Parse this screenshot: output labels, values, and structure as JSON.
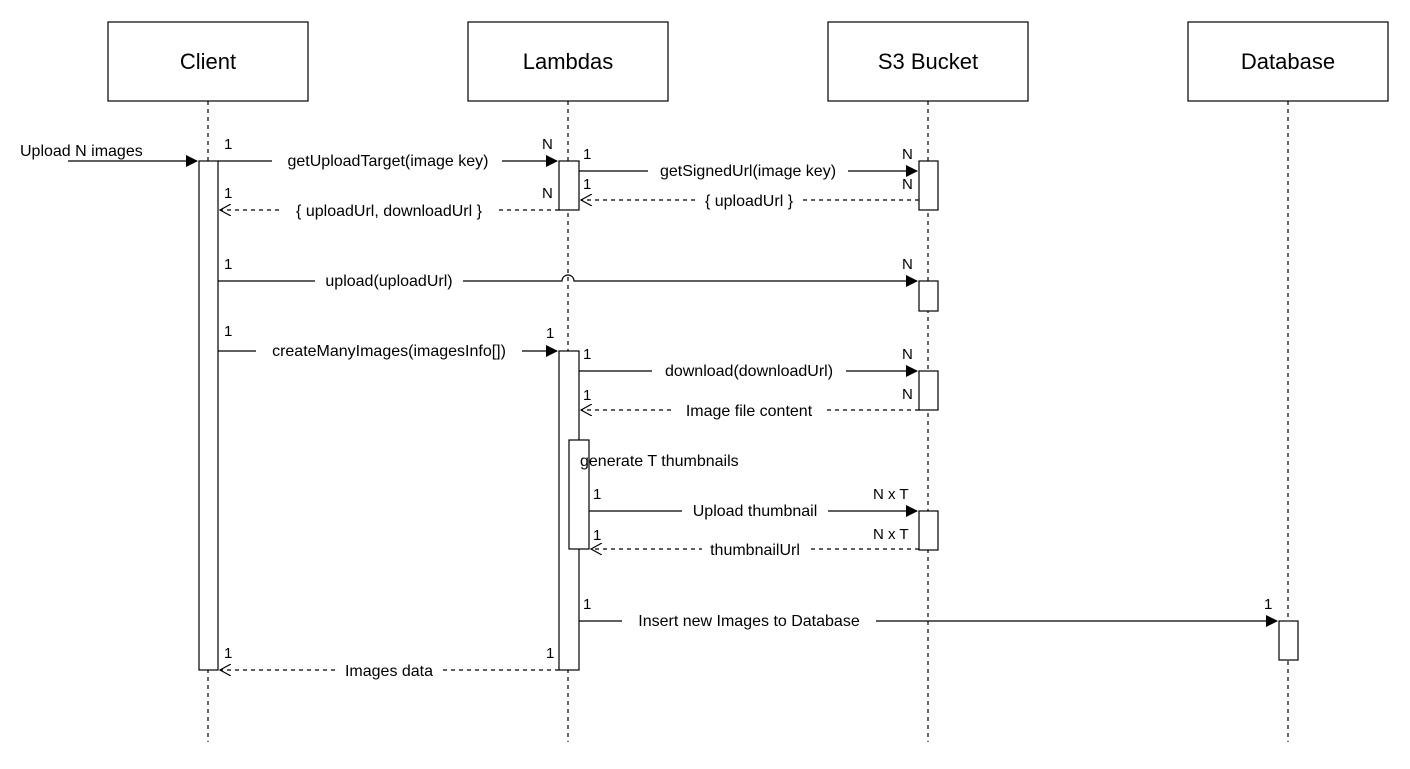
{
  "participants": {
    "client": "Client",
    "lambdas": "Lambdas",
    "s3": "S3 Bucket",
    "database": "Database"
  },
  "messages": {
    "upload_n_images": "Upload N images",
    "get_upload_target": "getUploadTarget(image key)",
    "get_signed_url": "getSignedUrl(image key)",
    "upload_url_reply": "{ uploadUrl }",
    "upload_download_reply": "{ uploadUrl, downloadUrl }",
    "upload": "upload(uploadUrl)",
    "create_many_images": "createManyImages(imagesInfo[])",
    "download": "download(downloadUrl)",
    "image_file_content": "Image file content",
    "generate_thumbnails": "generate T thumbnails",
    "upload_thumbnail": "Upload thumbnail",
    "thumbnail_url": "thumbnailUrl",
    "insert_images": "Insert new Images to Database",
    "images_data": "Images data"
  },
  "multiplicities": {
    "one": "1",
    "n": "N",
    "n_x_t": "N x T"
  },
  "colors": {
    "stroke": "#000000",
    "background": "#ffffff"
  }
}
